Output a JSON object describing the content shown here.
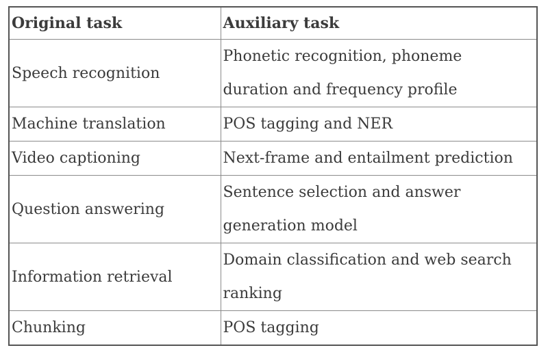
{
  "table": {
    "columns": [
      "Original task",
      "Auxiliary task"
    ],
    "rows": [
      {
        "original": "Speech recognition",
        "auxiliary": "Phonetic recognition, phoneme\nduration and frequency profile"
      },
      {
        "original": "Machine translation",
        "auxiliary": "POS tagging and NER"
      },
      {
        "original": "Video captioning",
        "auxiliary": "Next-frame and entailment prediction"
      },
      {
        "original": "Question answering",
        "auxiliary": "Sentence selection and answer\ngeneration model"
      },
      {
        "original": "Information retrieval",
        "auxiliary": "Domain classification and web search\nranking"
      },
      {
        "original": "Chunking",
        "auxiliary": "POS tagging"
      }
    ],
    "colors": {
      "text": "#3b3b3b",
      "border_inner": "#8a8a8a",
      "border_outer": "#545454",
      "background": "#ffffff"
    }
  }
}
